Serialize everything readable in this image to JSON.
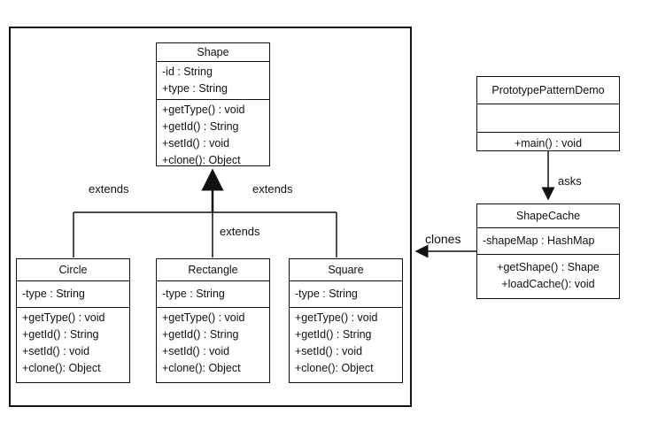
{
  "shape": {
    "name": "Shape",
    "attributes": [
      "-id : String",
      "+type : String"
    ],
    "methods": [
      "+getType() : void",
      "+getId() : String",
      "+setId() : void",
      "+clone(): Object"
    ]
  },
  "circle": {
    "name": "Circle",
    "attributes": [
      "-type : String"
    ],
    "methods": [
      "+getType() : void",
      "+getId() : String",
      "+setId() : void",
      "+clone(): Object"
    ]
  },
  "rectangle": {
    "name": "Rectangle",
    "attributes": [
      "-type : String"
    ],
    "methods": [
      "+getType() : void",
      "+getId() : String",
      "+setId() : void",
      "+clone(): Object"
    ]
  },
  "square": {
    "name": "Square",
    "attributes": [
      "-type : String"
    ],
    "methods": [
      "+getType() : void",
      "+getId() : String",
      "+setId() : void",
      "+clone(): Object"
    ]
  },
  "demo": {
    "name": "PrototypePatternDemo",
    "attributes": [],
    "methods": [
      "+main() : void"
    ]
  },
  "cache": {
    "name": "ShapeCache",
    "attributes": [
      "-shapeMap : HashMap"
    ],
    "methods": [
      "+getShape() : Shape",
      "+loadCache(): void"
    ]
  },
  "labels": {
    "extends_left": "extends",
    "extends_right": "extends",
    "extends_middle": "extends",
    "asks": "asks",
    "clones": "clones"
  }
}
